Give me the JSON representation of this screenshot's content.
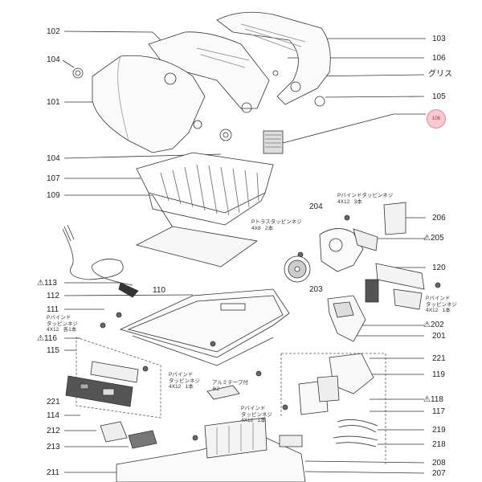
{
  "part_labels": {
    "p102": "102",
    "p103": "103",
    "p104a": "104",
    "p106": "106",
    "p_grease": "グリス",
    "p101": "101",
    "p105": "105",
    "p104b": "104",
    "p107": "107",
    "p109": "109",
    "p206": "206",
    "p204": "204",
    "p205": "⚠205",
    "p120": "120",
    "p113": "⚠113",
    "p203": "203",
    "p112": "112",
    "p110": "110",
    "p111": "111",
    "p202": "⚠202",
    "p201": "201",
    "p116": "⚠116",
    "p115": "115",
    "p221a": "221",
    "p119": "119",
    "p221b": "221",
    "p118": "⚠118",
    "p114": "114",
    "p117": "117",
    "p212": "212",
    "p219": "219",
    "p213": "213",
    "p218": "218",
    "p211": "211",
    "p208": "208",
    "p207": "207"
  },
  "screw_notes": {
    "n_pbind_3": "Pバインドタッピンネジ\n4X12   3本",
    "n_ptruss_2": "Pトラスタッピンネジ\n4X8   2本",
    "n_pbind_1a": "Pバインド\nタッピンネジ\n4X12   1本",
    "n_pbind_each1": "Pバインド\nタッピンネジ\n4X12   各1本",
    "n_pbind_1b": "Pバインド\nタッピンネジ\n4X12   1本",
    "n_alum": "アルミテープ付\n※2",
    "n_pbind_1c": "Pバインド\nタッピンネジ\n4X12   1本"
  },
  "badge": {
    "text": "108"
  }
}
